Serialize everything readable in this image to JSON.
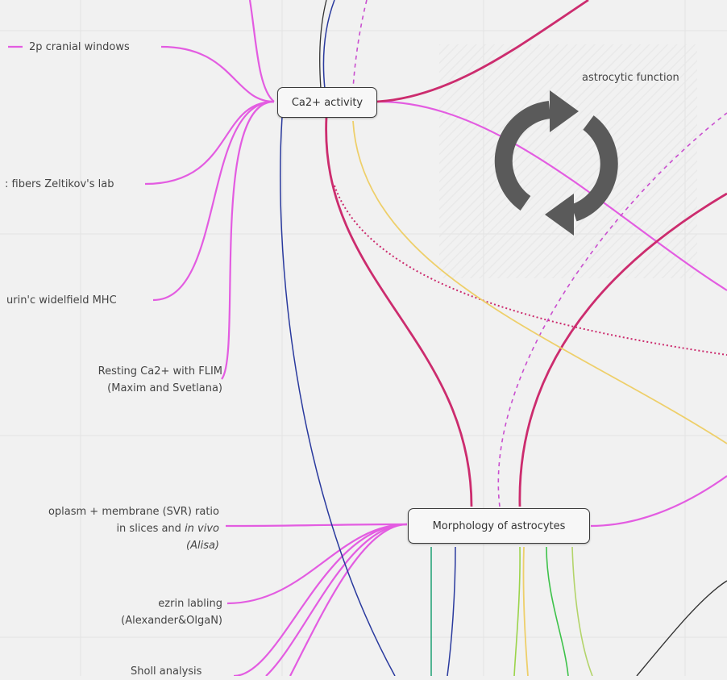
{
  "nodes": {
    "ca_activity": "Ca2+ activity",
    "morphology": "Morphology of astrocytes"
  },
  "labels": {
    "cranial_windows": "2p cranial windows",
    "fibers": ": fibers Zeltikov's lab",
    "widefield": "urin'c widelfield MHC",
    "resting_line1": "Resting Ca2+ with FLIM",
    "resting_line2": "(Maxim and Svetlana)",
    "svr_line1": "oplasm + membrane  (SVR) ratio",
    "svr_line2_a": "in slices and ",
    "svr_line2_b": "in vivo",
    "svr_line3": "(Alisa)",
    "ezrin_line1": "ezrin labling",
    "ezrin_line2": "(Alexander&OlgaN)",
    "sholl": "Sholl analysis",
    "astro_function": "astrocytic function"
  },
  "icons": {
    "cycle": "refresh-cycle-icon"
  },
  "colors": {
    "magenta": "#e35ce1",
    "crimson": "#cc2c6e",
    "navy": "#2a3a9e",
    "yellow": "#eecf6a",
    "green": "#3ec24a",
    "teal": "#2aa57a",
    "dark": "#333333",
    "icon": "#5a5a5a"
  }
}
